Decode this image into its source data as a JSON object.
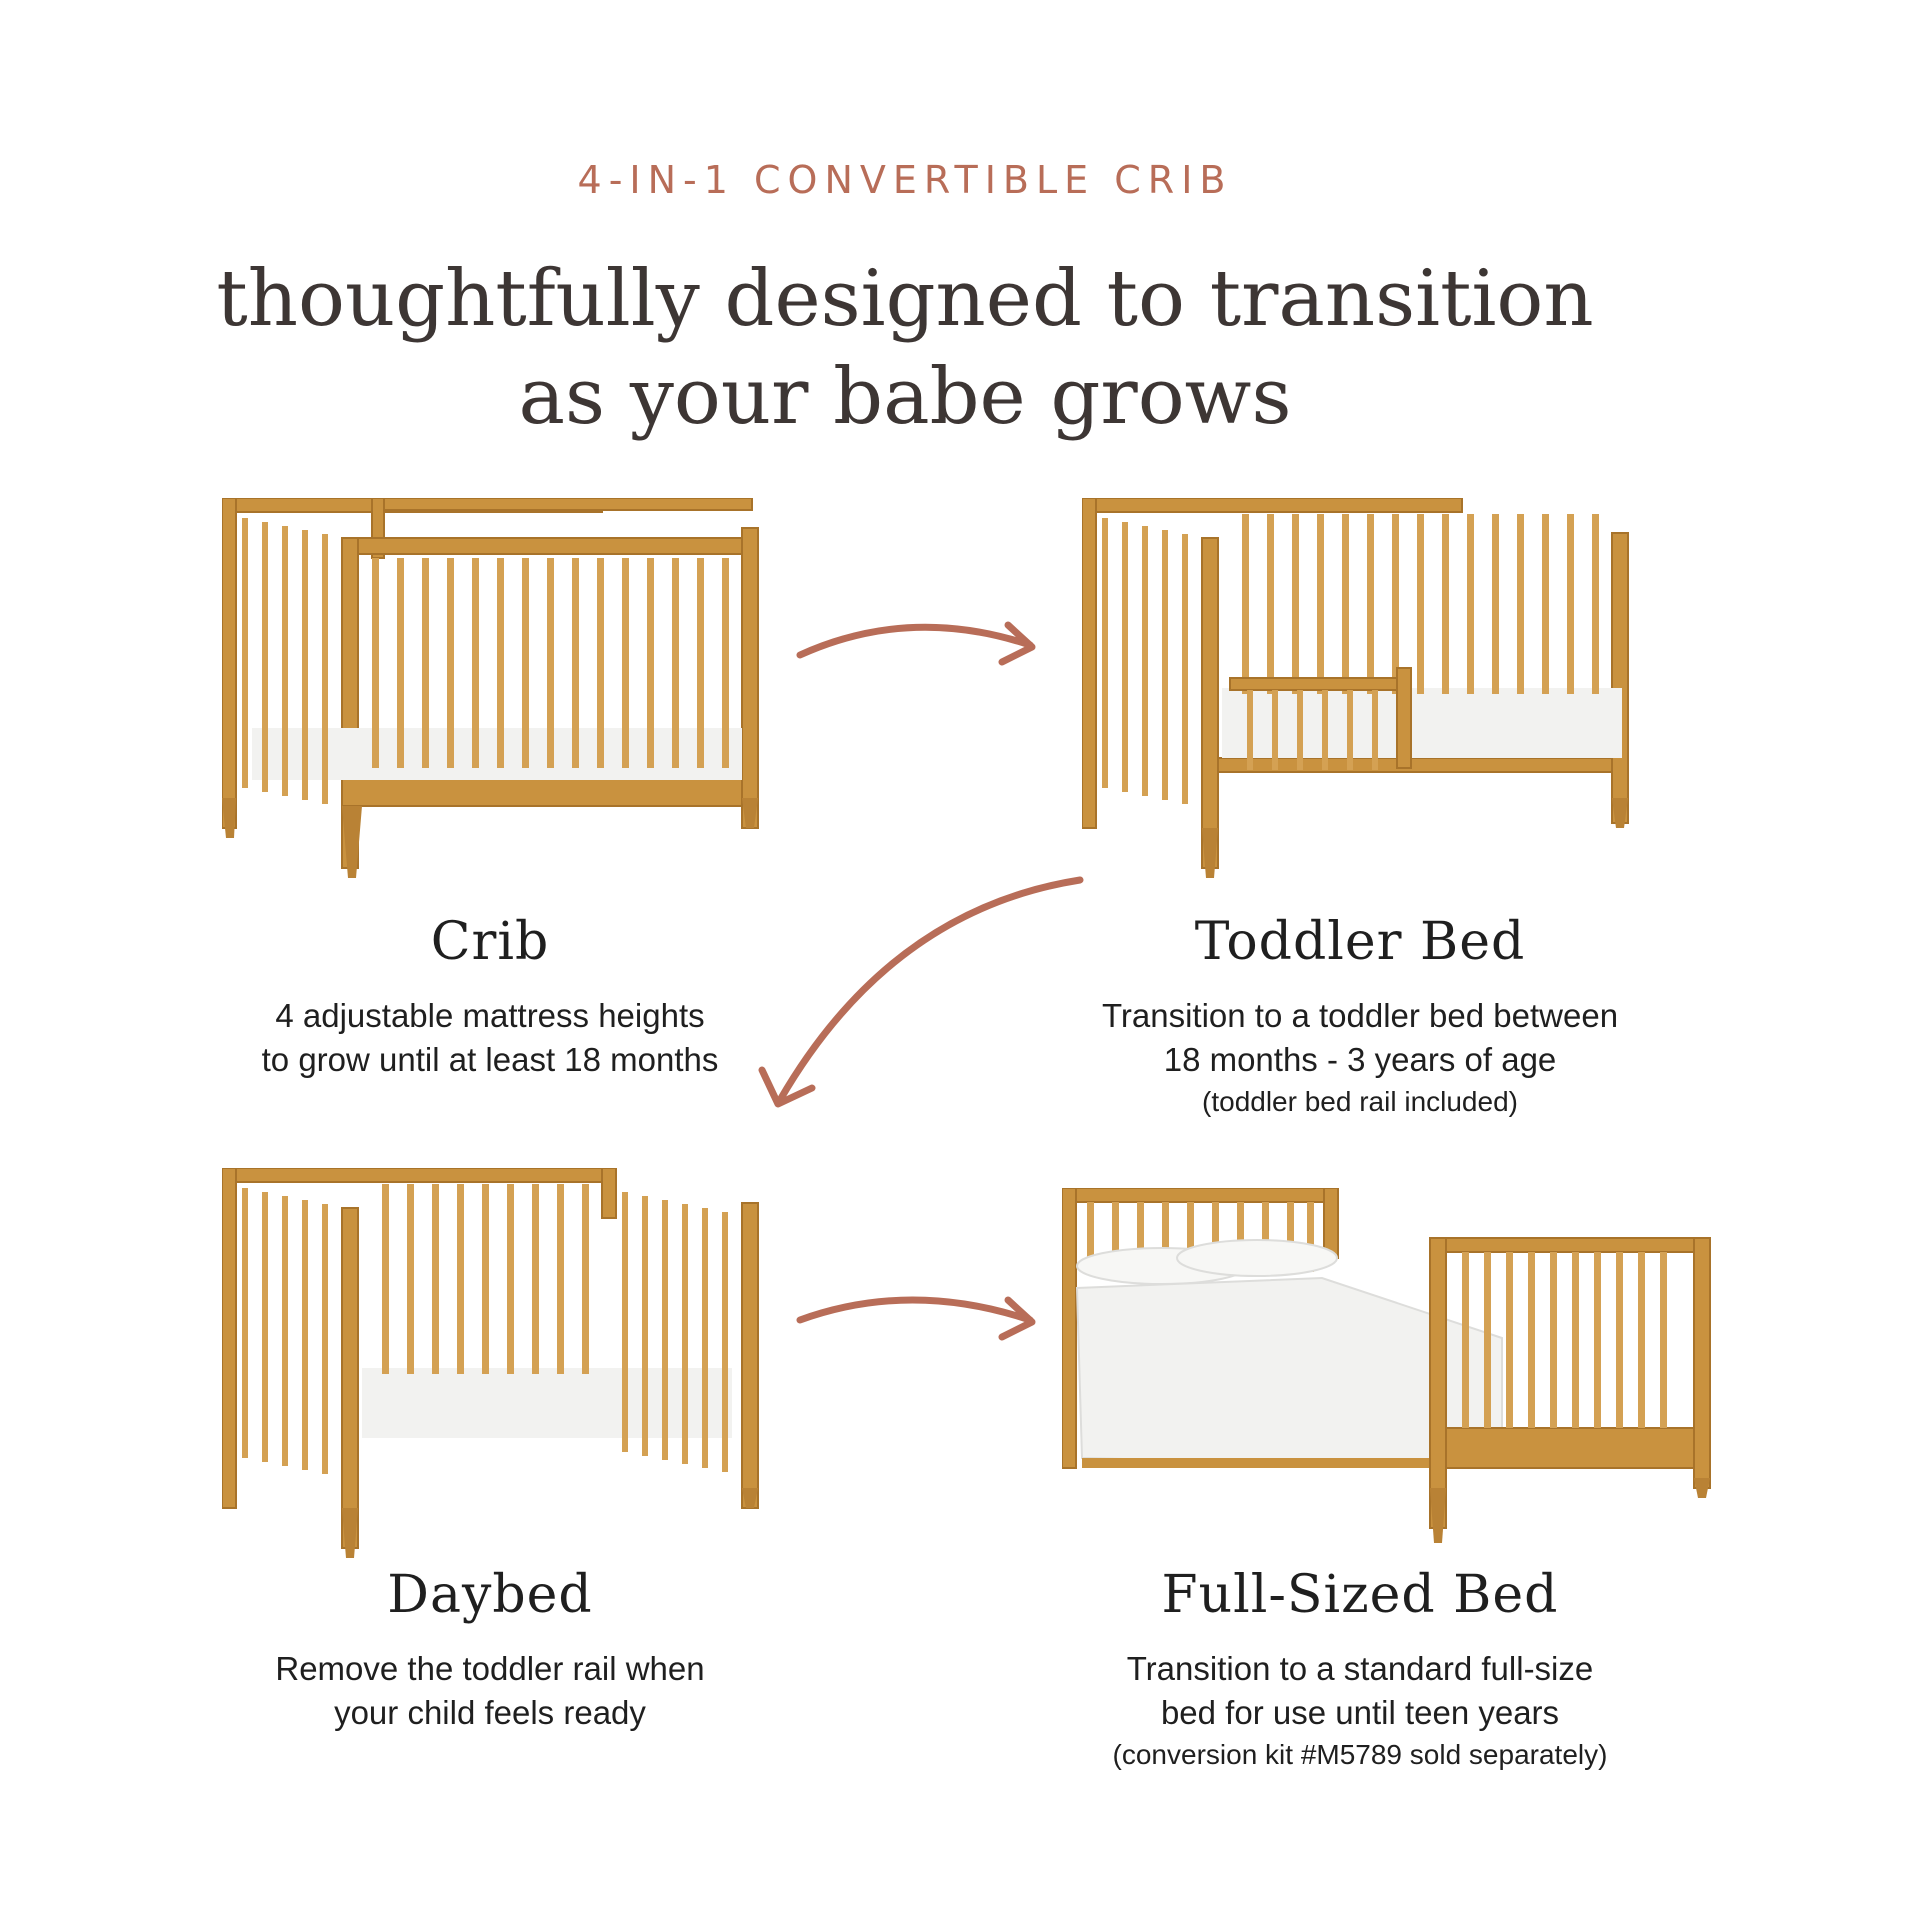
{
  "header": {
    "eyebrow": "4-IN-1 CONVERTIBLE CRIB",
    "headline_line1": "thoughtfully designed to transition",
    "headline_line2": "as your babe grows"
  },
  "stages": [
    {
      "title": "Crib",
      "desc_line1": "4 adjustable mattress heights",
      "desc_line2": "to grow until at least 18 months",
      "note": ""
    },
    {
      "title": "Toddler Bed",
      "desc_line1": "Transition to a toddler bed between",
      "desc_line2": "18 months - 3 years of age",
      "note": "(toddler bed rail included)"
    },
    {
      "title": "Daybed",
      "desc_line1": "Remove the toddler rail when",
      "desc_line2": "your child feels ready",
      "note": ""
    },
    {
      "title": "Full-Sized Bed",
      "desc_line1": "Transition to a standard full-size",
      "desc_line2": "bed for use until teen years",
      "note": "(conversion kit #M5789 sold separately)"
    }
  ],
  "colors": {
    "accent": "#b86d58",
    "wood": "#c9923f",
    "wood_dark": "#a8732a",
    "mattress": "#f2f2f0",
    "headline": "#3d3634"
  }
}
